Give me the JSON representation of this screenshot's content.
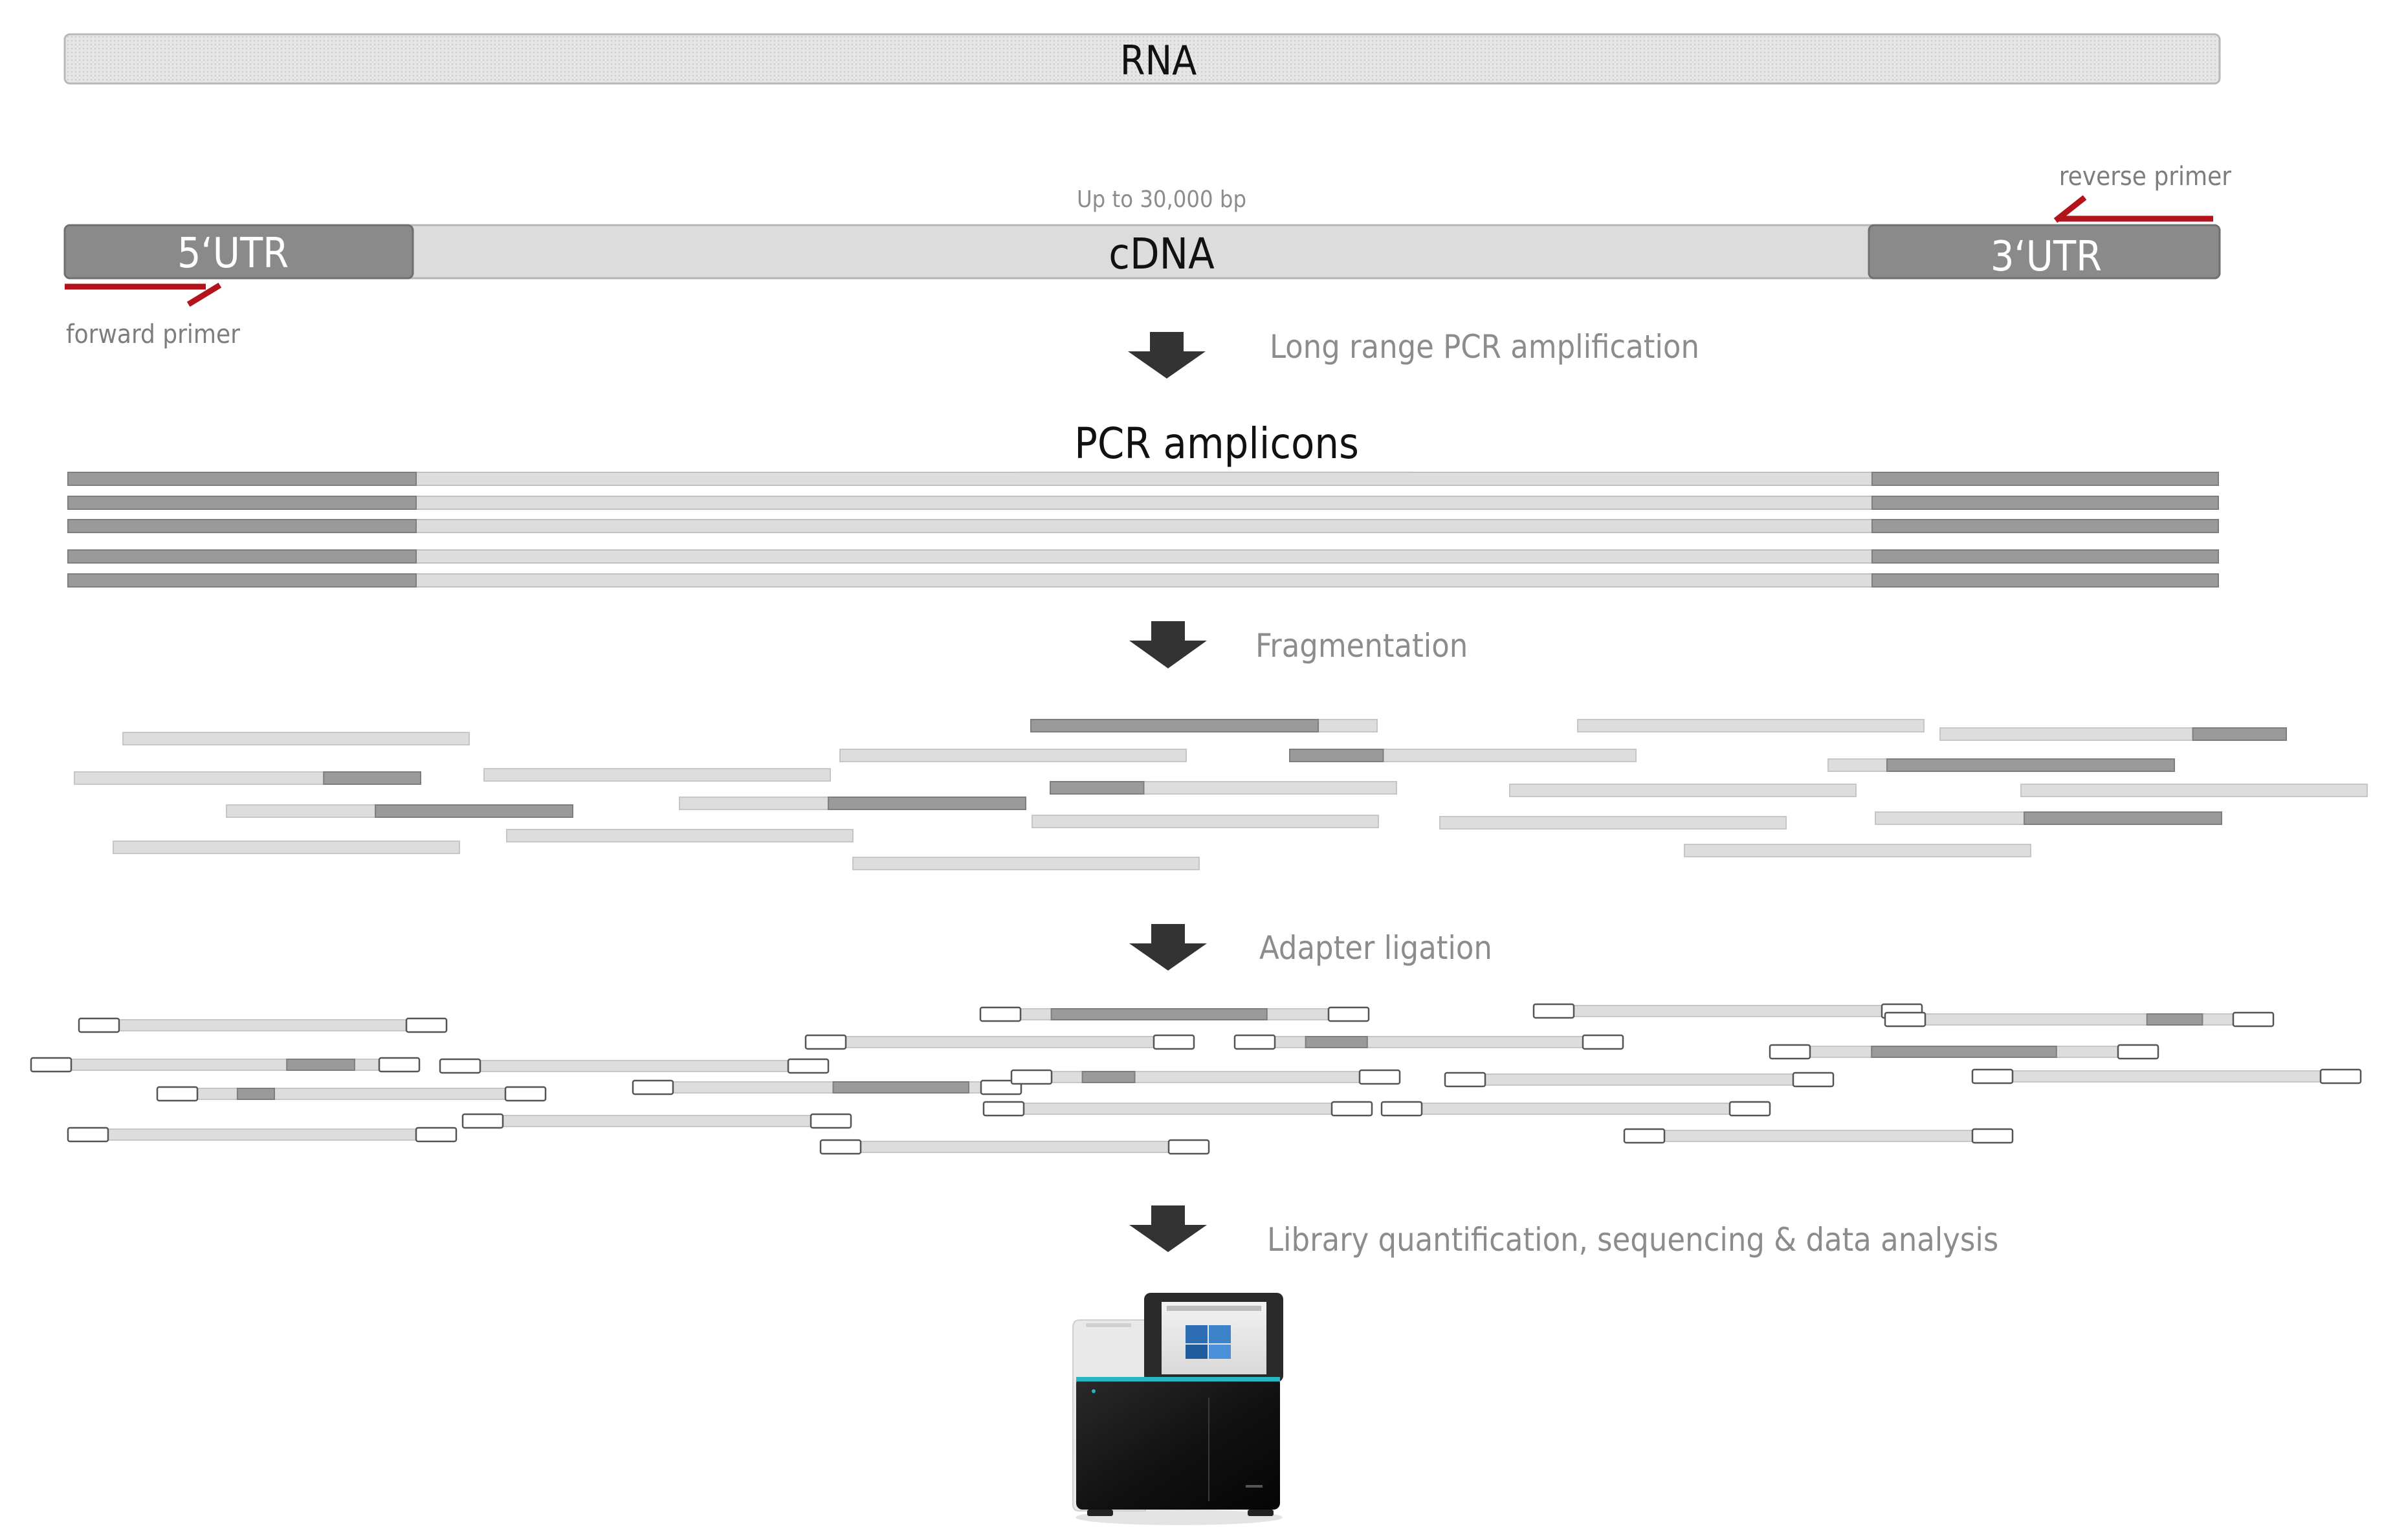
{
  "rna": {
    "label": "RNA"
  },
  "cdna": {
    "label": "cDNA",
    "utr5_label": "5‘UTR",
    "utr3_label": "3‘UTR",
    "length_note": "Up to 30,000 bp",
    "forward_primer": "forward primer",
    "reverse_primer": "reverse primer"
  },
  "steps": [
    {
      "label": "Long range PCR amplification"
    },
    {
      "label": "Fragmentation"
    },
    {
      "label": "Adapter ligation"
    },
    {
      "label": "Library quantification, sequencing & data analysis"
    }
  ],
  "amplicons": {
    "title": "PCR amplicons",
    "count": 5
  },
  "icons": {
    "step_arrow": "down-arrow-icon",
    "primer_arrow": "primer-arrow-icon",
    "sequencer": "sequencer-instrument-icon"
  },
  "colors": {
    "primer": "#b3141b",
    "utr": "#8a8a8a",
    "cdna_body": "#dcdcdc",
    "fragment_light": "#dddddd",
    "fragment_dark": "#9a9a9a",
    "step_text": "#8c8c8c",
    "arrow": "#333333",
    "sequencer_accent": "#27b6c4"
  }
}
